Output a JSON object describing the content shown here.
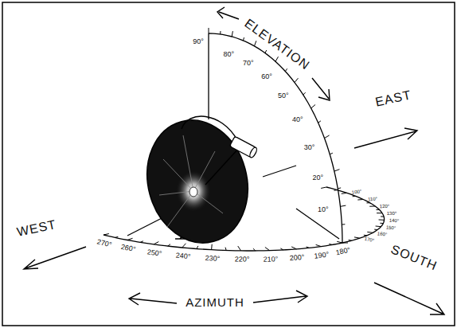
{
  "diagram": {
    "labels": [
      "ELEVATION",
      "EAST",
      "WEST",
      "SOUTH",
      "AZIMUTH",
      "90°",
      "80°",
      "70°",
      "60°",
      "50°",
      "40°",
      "30°",
      "20°",
      "10°",
      "270°",
      "260°",
      "250°",
      "240°",
      "230°",
      "220°",
      "210°",
      "200°",
      "190°",
      "180°",
      "170°",
      "160°",
      "150°",
      "140°",
      "130°",
      "120°",
      "110°",
      "100°"
    ]
  }
}
